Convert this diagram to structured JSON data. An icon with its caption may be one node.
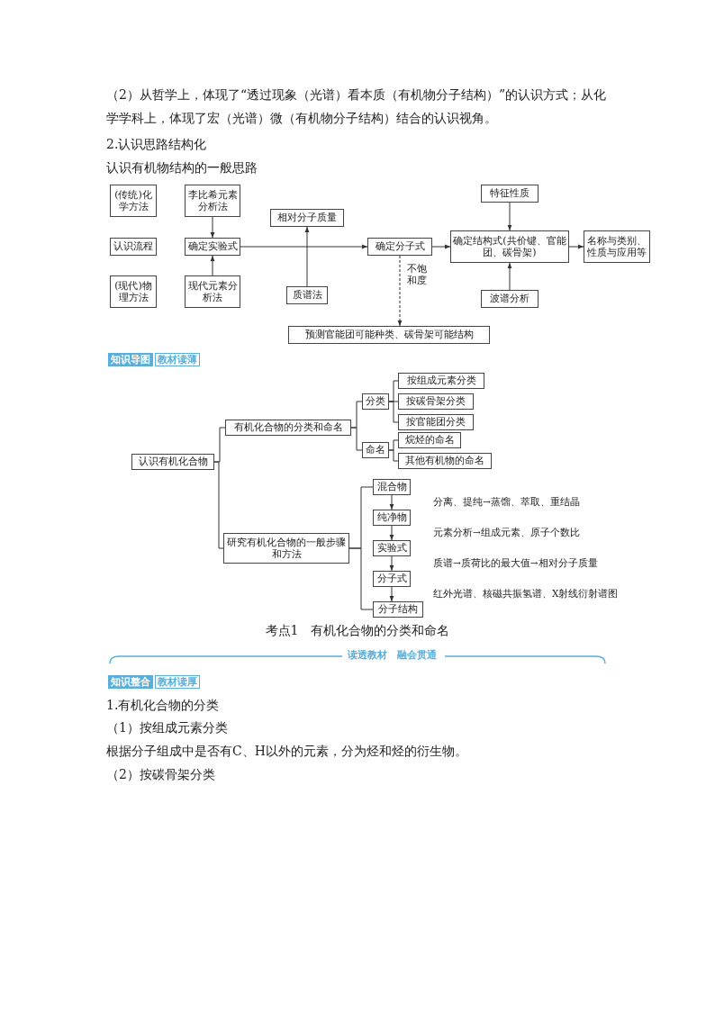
{
  "diagram": {
    "nodes": [
      {
        "text": [
          "(传统)化学方法"
        ]
      },
      {
        "text": [
          "认识流程"
        ]
      },
      {
        "text": [
          "(现代)物理方法"
        ]
      },
      {
        "text": [
          "李比希元素分析法"
        ]
      },
      {
        "text": [
          "确定实验式"
        ]
      },
      {
        "text": [
          "现代元素分析法"
        ]
      },
      {
        "text": [
          "相对分子质量"
        ]
      },
      {
        "text": [
          "质谱法"
        ]
      },
      {
        "text": [
          "确定分子式"
        ]
      },
      {
        "text": [
          "预测官能团可能种类、碳骨架可能结构"
        ]
      },
      {
        "text": [
          "特征性质"
        ]
      },
      {
        "text": [
          "确定结构式(共价键、官能团、碳骨架)"
        ]
      },
      {
        "text": [
          "波谱分析"
        ]
      },
      {
        "text": [
          "名称与类别、性质与应用等"
        ]
      },
      {
        "text": [
          "认识有机化合物"
        ]
      },
      {
        "text": [
          "有机化合物的分类和命名"
        ]
      },
      {
        "text": [
          "分类"
        ]
      },
      {
        "text": [
          "按组成元素分类"
        ]
      },
      {
        "text": [
          "按碳骨架分类"
        ]
      },
      {
        "text": [
          "按官能团分类"
        ]
      },
      {
        "text": [
          "命名"
        ]
      },
      {
        "text": [
          "烷烃的命名"
        ]
      },
      {
        "text": [
          "其他有机物的命名"
        ]
      },
      {
        "text": [
          "研究有机化合物的一般步骤和方法"
        ]
      },
      {
        "text": [
          "混合物"
        ]
      },
      {
        "text": [
          "纯净物"
        ]
      },
      {
        "text": [
          "实验式"
        ]
      },
      {
        "text": [
          "分子式"
        ]
      },
      {
        "text": [
          "分子结构"
        ]
      }
    ],
    "edges": [
      {
        "from": 3,
        "to": 4,
        "arrow": "to"
      },
      {
        "from": 5,
        "to": 4,
        "arrow": "to"
      },
      {
        "from": 4,
        "to": 8,
        "arrow": "to"
      },
      {
        "from": 7,
        "to": 6,
        "arrow": "to"
      },
      {
        "from": 8,
        "to": 9,
        "arrow": "to",
        "style": "dashed",
        "label": "不饱和度"
      },
      {
        "from": 10,
        "to": 11,
        "arrow": "to"
      },
      {
        "from": 12,
        "to": 11,
        "arrow": "to"
      },
      {
        "from": 8,
        "to": 11,
        "arrow": "to"
      },
      {
        "from": 11,
        "to": 13,
        "arrow": "to"
      },
      {
        "from": 14,
        "to": 15,
        "arrow": "none"
      },
      {
        "from": 14,
        "to": 23,
        "arrow": "none"
      },
      {
        "from": 15,
        "to": 16,
        "arrow": "none"
      },
      {
        "from": 15,
        "to": 20,
        "arrow": "none"
      },
      {
        "from": 16,
        "to": 17,
        "arrow": "none"
      },
      {
        "from": 16,
        "to": 18,
        "arrow": "none"
      },
      {
        "from": 16,
        "to": 19,
        "arrow": "none"
      },
      {
        "from": 20,
        "to": 21,
        "arrow": "none"
      },
      {
        "from": 20,
        "to": 22,
        "arrow": "none"
      },
      {
        "from": 23,
        "to": 24,
        "arrow": "none"
      },
      {
        "from": 23,
        "to": 28,
        "arrow": "none"
      },
      {
        "from": 24,
        "to": 25,
        "arrow": "to",
        "label": "分离、提纯→蒸馏、萃取、重结晶"
      },
      {
        "from": 25,
        "to": 26,
        "arrow": "to",
        "label": "元素分析→组成元素、原子个数比"
      },
      {
        "from": 26,
        "to": 27,
        "arrow": "to",
        "label": "质谱→质荷比的最大值→相对分子质量"
      },
      {
        "from": 27,
        "to": 28,
        "arrow": "to",
        "label": "红外光谱、核磁共振氢谱、X射线衍射谱图"
      }
    ],
    "labels": [
      "（2）从哲学上，体现了“透过现象（光谱）看本质（有机物分子结构）”的认识方式；从化学学科上，体现了宏（光谱）微（有机物分子结构）结合的认识视角。",
      "2.认识思路结构化",
      "认识有机物结构的一般思路",
      "知识导图",
      "教材读薄",
      "考点1　有机化合物的分类和命名",
      "读透教材　融会贯通",
      "知识整合",
      "教材读厚",
      "1.有机化合物的分类",
      "（1）按组成元素分类",
      "根据分子组成中是否有C、H以外的元素，分为烃和烃的衍生物。",
      "（2）按碳骨架分类"
    ]
  }
}
